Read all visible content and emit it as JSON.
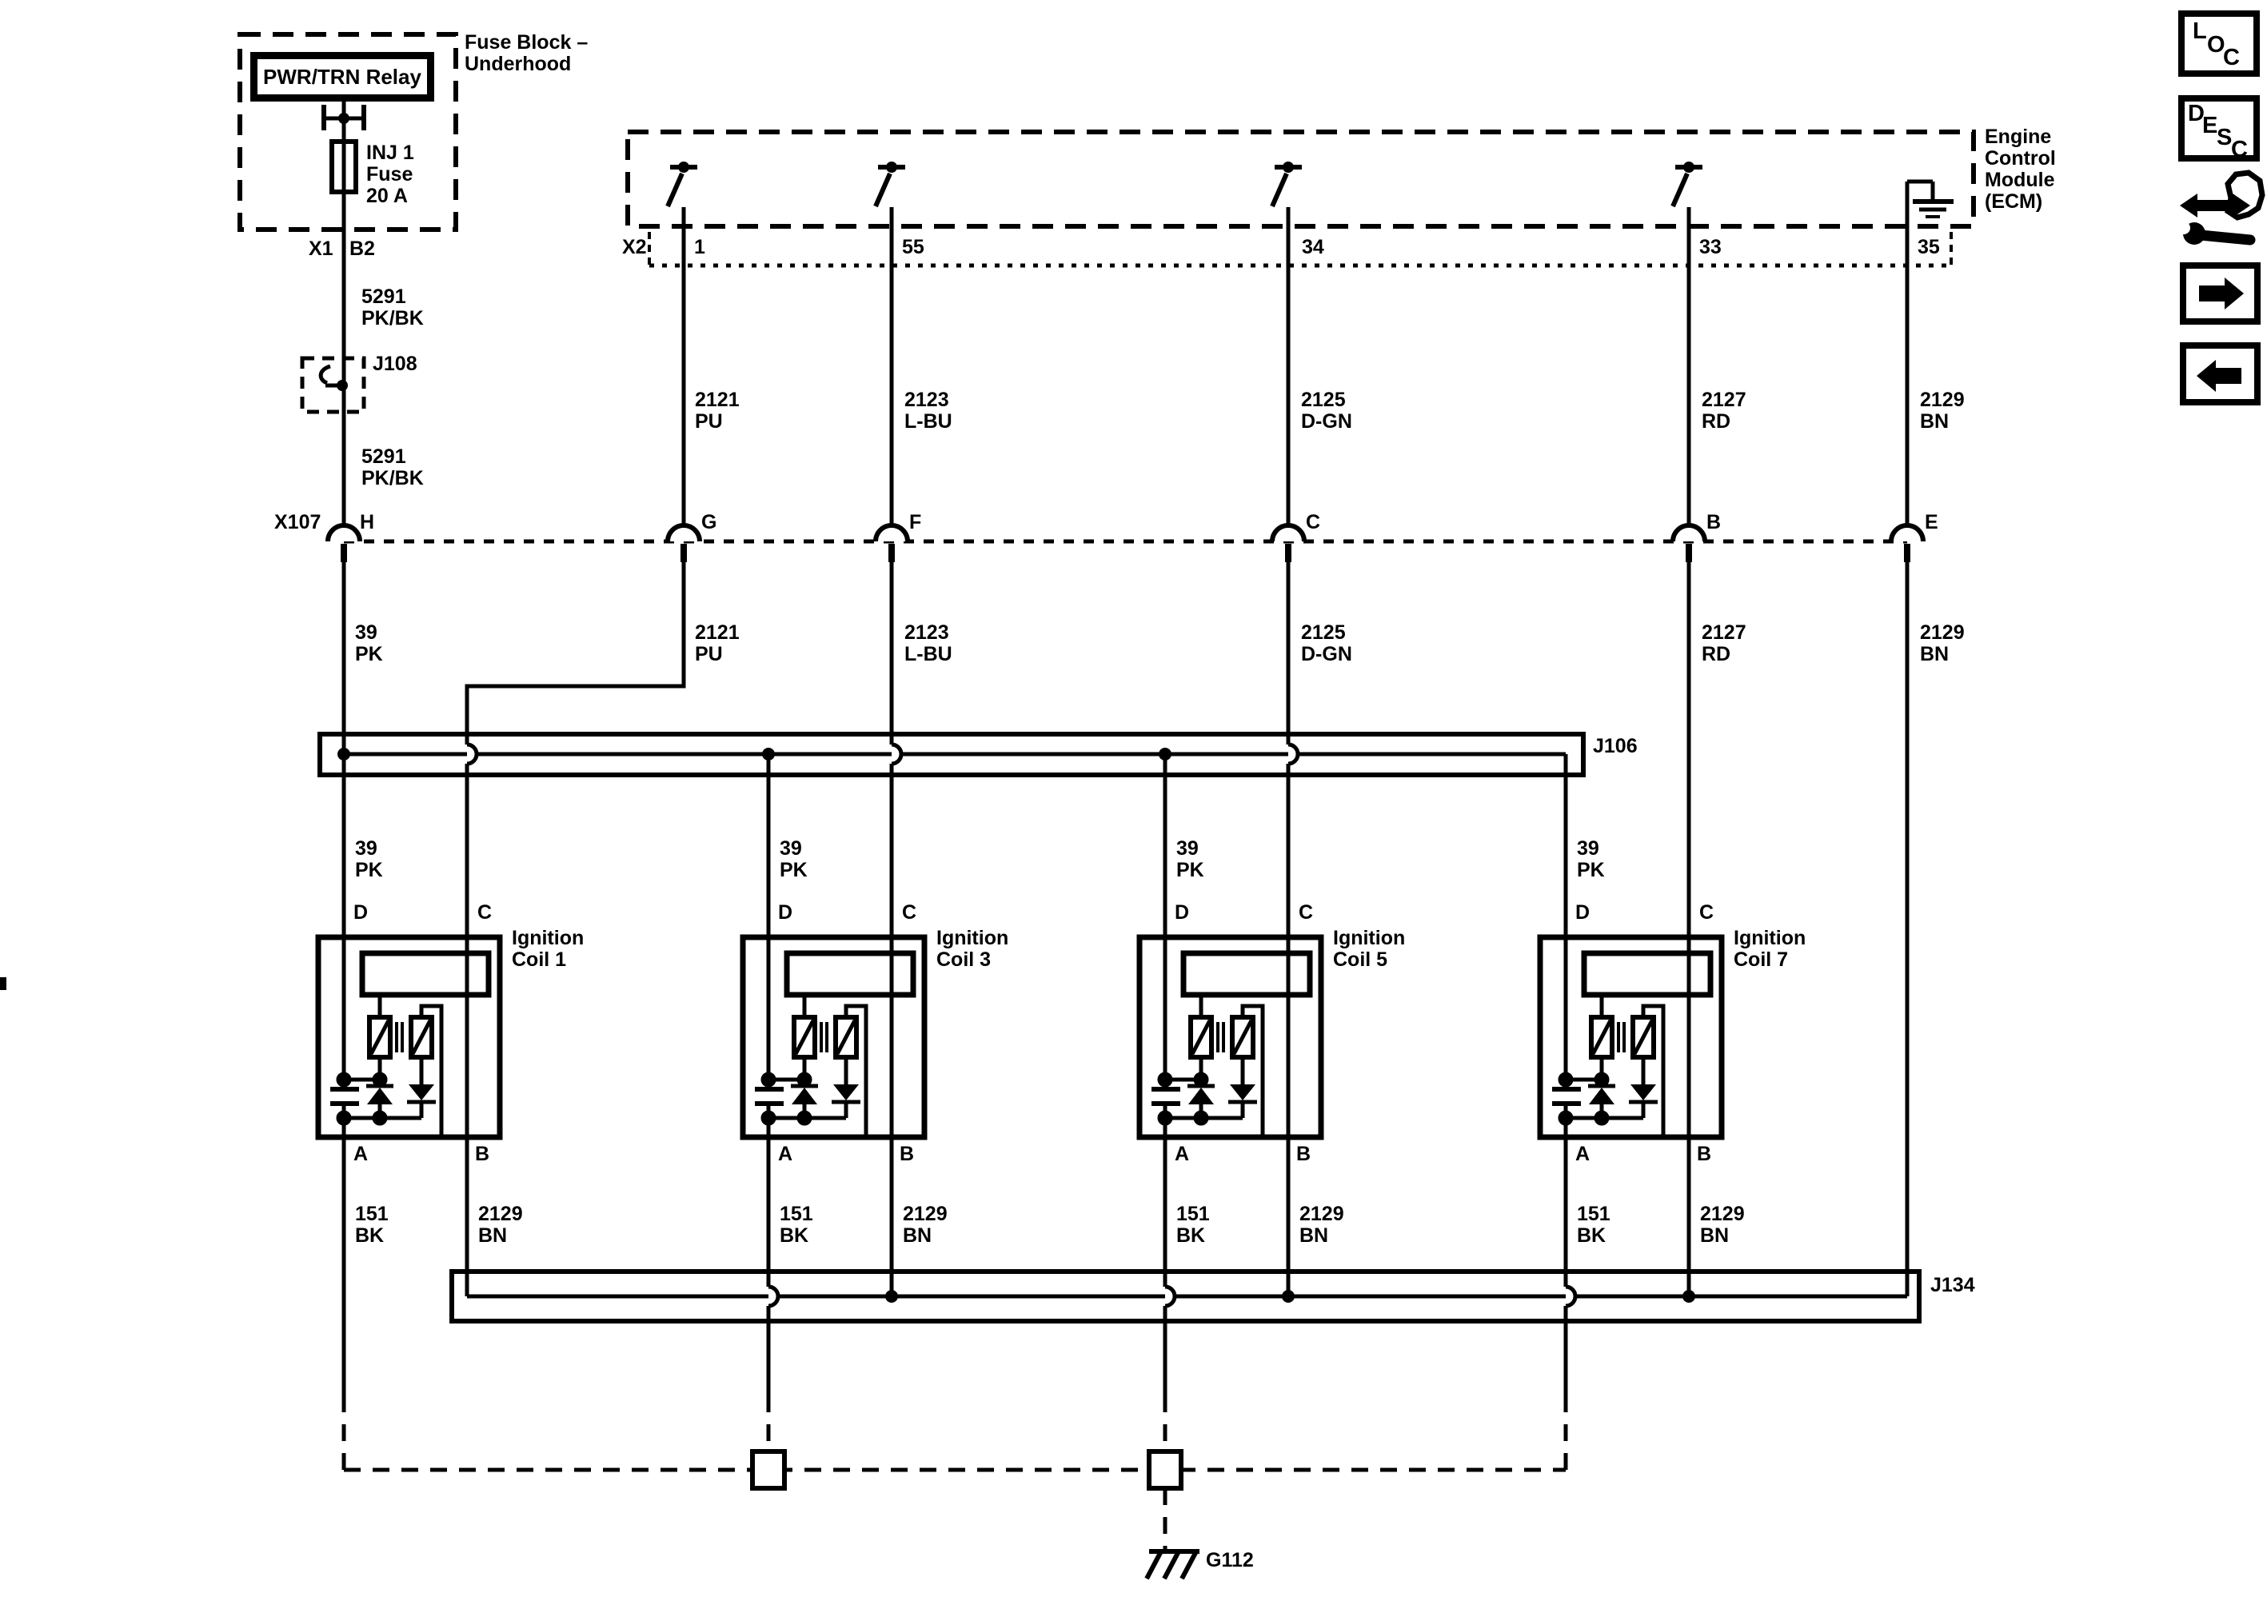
{
  "diagram": {
    "fuse_block": {
      "title": "Fuse Block –\nUnderhood",
      "relay": "PWR/TRN Relay",
      "fuse": "INJ 1\nFuse\n20 A",
      "connector": "X1",
      "pin": "B2"
    },
    "ecm": {
      "title": "Engine\nControl\nModule\n(ECM)",
      "connector": "X2",
      "pins": [
        "1",
        "55",
        "34",
        "33",
        "35"
      ]
    },
    "x107": {
      "label": "X107",
      "pins": [
        "H",
        "G",
        "F",
        "C",
        "B",
        "E"
      ]
    },
    "junctions": {
      "j108": "J108",
      "j106": "J106",
      "j134": "J134"
    },
    "ground": {
      "label": "G112"
    },
    "wire_labels": {
      "w5291": "5291\nPK/BK",
      "w39": "39\nPK",
      "w2121": "2121\nPU",
      "w2123": "2123\nL-BU",
      "w2125": "2125\nD-GN",
      "w2127": "2127\nRD",
      "w2129": "2129\nBN",
      "w151": "151\nBK"
    },
    "coils": [
      {
        "name": "Ignition\nCoil 1"
      },
      {
        "name": "Ignition\nCoil 3"
      },
      {
        "name": "Ignition\nCoil 5"
      },
      {
        "name": "Ignition\nCoil 7"
      }
    ],
    "coil_pins": {
      "d": "D",
      "c": "C",
      "a": "A",
      "b": "B"
    }
  },
  "sidebar": {
    "loc": [
      "L",
      "O",
      "C"
    ],
    "desc": [
      "D",
      "E",
      "S",
      "C"
    ]
  },
  "colors": {
    "line": "#000000",
    "background": "#ffffff"
  }
}
